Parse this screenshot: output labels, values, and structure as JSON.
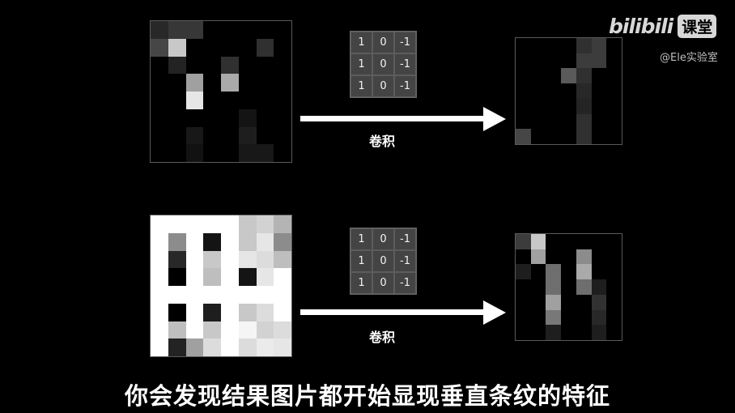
{
  "brand": {
    "logo_word": "bilibili",
    "logo_badge": "课堂",
    "watermark": "@Ele实验室"
  },
  "operation_label": "卷积",
  "kernel": [
    [
      "1",
      "0",
      "-1"
    ],
    [
      "1",
      "0",
      "-1"
    ],
    [
      "1",
      "0",
      "-1"
    ]
  ],
  "subtitle": "你会发现结果图片都开始显现垂直条纹的特征",
  "examples": [
    {
      "input_grid": [
        [
          40,
          55,
          55,
          0,
          0,
          0,
          0,
          0
        ],
        [
          70,
          200,
          0,
          0,
          0,
          0,
          48,
          0
        ],
        [
          0,
          35,
          0,
          0,
          48,
          0,
          0,
          0
        ],
        [
          0,
          0,
          160,
          0,
          170,
          0,
          0,
          0
        ],
        [
          0,
          0,
          230,
          0,
          0,
          0,
          0,
          0
        ],
        [
          0,
          0,
          0,
          0,
          0,
          20,
          0,
          0
        ],
        [
          0,
          0,
          24,
          0,
          0,
          30,
          0,
          0
        ],
        [
          0,
          0,
          18,
          0,
          0,
          24,
          24,
          0
        ]
      ],
      "output_grid": [
        [
          0,
          0,
          0,
          0,
          48,
          60,
          0
        ],
        [
          0,
          0,
          0,
          0,
          60,
          60,
          0
        ],
        [
          0,
          0,
          0,
          90,
          48,
          0,
          0
        ],
        [
          0,
          0,
          0,
          0,
          40,
          0,
          0
        ],
        [
          0,
          0,
          0,
          0,
          36,
          0,
          0
        ],
        [
          0,
          0,
          0,
          0,
          48,
          0,
          0
        ],
        [
          70,
          0,
          0,
          0,
          48,
          0,
          0
        ]
      ]
    },
    {
      "input_grid": [
        [
          255,
          255,
          255,
          255,
          255,
          200,
          210,
          180
        ],
        [
          255,
          140,
          255,
          20,
          255,
          200,
          230,
          140
        ],
        [
          255,
          40,
          255,
          200,
          255,
          230,
          220,
          190
        ],
        [
          255,
          0,
          255,
          190,
          255,
          20,
          230,
          255
        ],
        [
          255,
          255,
          255,
          255,
          255,
          255,
          255,
          255
        ],
        [
          255,
          0,
          255,
          30,
          255,
          200,
          220,
          255
        ],
        [
          255,
          190,
          255,
          200,
          255,
          245,
          210,
          220
        ],
        [
          255,
          35,
          160,
          220,
          255,
          220,
          235,
          230
        ]
      ],
      "output_grid": [
        [
          60,
          200,
          0,
          0,
          0,
          0,
          0
        ],
        [
          0,
          160,
          0,
          0,
          140,
          0,
          0
        ],
        [
          30,
          0,
          110,
          0,
          170,
          0,
          0
        ],
        [
          0,
          0,
          110,
          0,
          110,
          30,
          0
        ],
        [
          0,
          0,
          160,
          0,
          0,
          50,
          0
        ],
        [
          0,
          0,
          120,
          0,
          0,
          40,
          0
        ],
        [
          0,
          0,
          30,
          0,
          0,
          30,
          0
        ]
      ]
    }
  ]
}
